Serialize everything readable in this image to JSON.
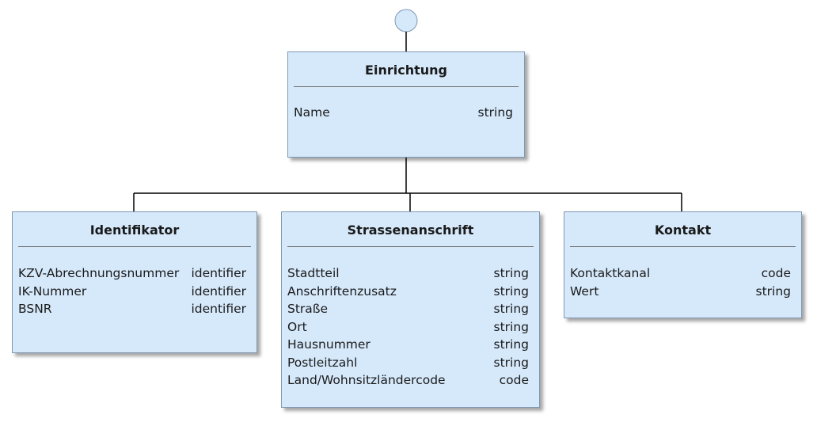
{
  "diagram": {
    "root": {
      "title": "Einrichtung",
      "attributes": [
        {
          "name": "Name",
          "type": "string"
        }
      ]
    },
    "children": [
      {
        "title": "Identifikator",
        "attributes": [
          {
            "name": "KZV-Abrechnungsnummer",
            "type": "identifier"
          },
          {
            "name": "IK-Nummer",
            "type": "identifier"
          },
          {
            "name": "BSNR",
            "type": "identifier"
          }
        ]
      },
      {
        "title": "Strassenanschrift",
        "attributes": [
          {
            "name": "Stadtteil",
            "type": "string"
          },
          {
            "name": "Anschriftenzusatz",
            "type": "string"
          },
          {
            "name": "Straße",
            "type": "string"
          },
          {
            "name": "Ort",
            "type": "string"
          },
          {
            "name": "Hausnummer",
            "type": "string"
          },
          {
            "name": "Postleitzahl",
            "type": "string"
          },
          {
            "name": "Land/Wohnsitzländercode",
            "type": "code"
          }
        ]
      },
      {
        "title": "Kontakt",
        "attributes": [
          {
            "name": "Kontaktkanal",
            "type": "code"
          },
          {
            "name": "Wert",
            "type": "string"
          }
        ]
      }
    ],
    "colors": {
      "box_fill": "#d6e9fb",
      "box_border": "#7f99b3",
      "connector": "#000000",
      "start_node_fill": "#d6e9fb"
    }
  }
}
